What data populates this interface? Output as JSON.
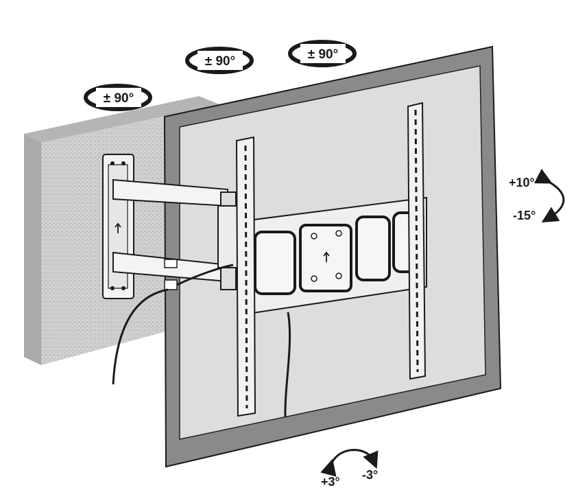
{
  "swivel_labels": {
    "wall_joint": "± 90°",
    "middle_joint": "± 90°",
    "tv_joint": "± 90°"
  },
  "tilt_labels": {
    "up": "+10°",
    "down": "-15°"
  },
  "level_labels": {
    "left": "+3°",
    "right": "-3°"
  },
  "colors": {
    "wall": "#c8c8c8",
    "tv_frame": "#8a8a8a",
    "screen": "#e4e4e4",
    "outline": "#1a1a1a"
  }
}
